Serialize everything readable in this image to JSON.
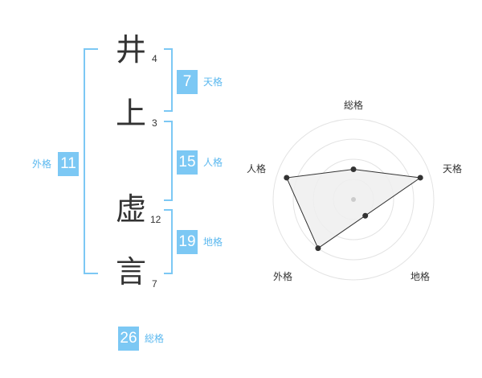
{
  "name": {
    "characters": [
      {
        "char": "井",
        "strokes": "4"
      },
      {
        "char": "上",
        "strokes": "3"
      },
      {
        "char": "虚",
        "strokes": "12"
      },
      {
        "char": "言",
        "strokes": "7"
      }
    ]
  },
  "kaku": {
    "tenkaku": {
      "value": "7",
      "label": "天格"
    },
    "jinkaku": {
      "value": "15",
      "label": "人格"
    },
    "chikaku": {
      "value": "19",
      "label": "地格"
    },
    "gaikaku": {
      "value": "11",
      "label": "外格"
    },
    "soukaku": {
      "value": "26",
      "label": "総格"
    }
  },
  "radar": {
    "axes": [
      "総格",
      "天格",
      "地格",
      "外格",
      "人格"
    ],
    "levels": 4,
    "scores": [
      0.375,
      0.875,
      0.25,
      0.75,
      0.875
    ],
    "colors": {
      "grid": "#e3e3e3",
      "fill": "#efefef",
      "line": "#333333",
      "dot": "#333333",
      "center": "#cccccc"
    }
  },
  "colors": {
    "accent": "#7cc8f4",
    "label": "#5bb8ef",
    "text": "#333333"
  }
}
